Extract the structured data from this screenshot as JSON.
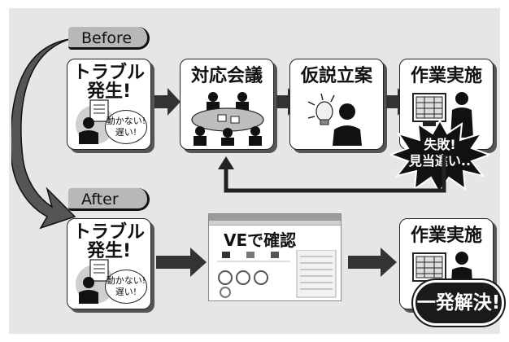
{
  "labels": {
    "before": "Before",
    "after": "After"
  },
  "before": {
    "trouble_title_1": "トラブル",
    "trouble_title_2": "発生!",
    "bubble_line_1": "動かない!",
    "bubble_line_2": "遅い!",
    "meeting_title": "対応会議",
    "hypothesis_title": "仮説立案",
    "work_title": "作業実施",
    "failure_line_1": "失敗!",
    "failure_line_2": "見当違い.."
  },
  "after": {
    "trouble_title_1": "トラブル",
    "trouble_title_2": "発生!",
    "bubble_line_1": "動かない!",
    "bubble_line_2": "遅い!",
    "ve_label": "VEで確認",
    "work_title": "作業実施",
    "resolved_label": "一発解決!"
  },
  "colors": {
    "panel": "#e6e6e6",
    "dark": "#1a1a1a",
    "arrow": "#333333"
  }
}
